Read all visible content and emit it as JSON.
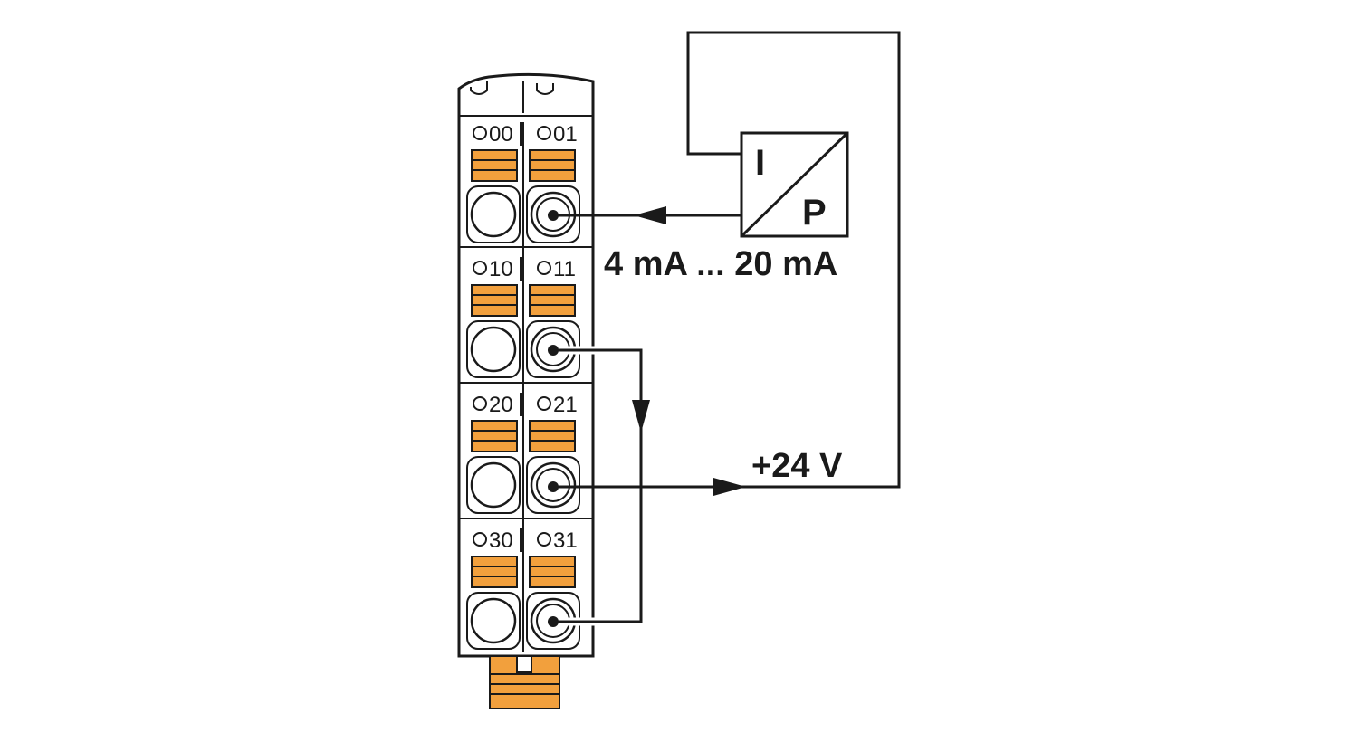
{
  "terminal_block": {
    "rows": [
      {
        "left": "00",
        "right": "01"
      },
      {
        "left": "10",
        "right": "11"
      },
      {
        "left": "20",
        "right": "21"
      },
      {
        "left": "30",
        "right": "31"
      }
    ]
  },
  "converter": {
    "input": "I",
    "output": "P"
  },
  "labels": {
    "current_range": "4 mA ... 20 mA",
    "supply": "+24 V"
  },
  "colors": {
    "lever": "#f2a03d",
    "line": "#1a1a1a",
    "background": "#ffffff"
  }
}
